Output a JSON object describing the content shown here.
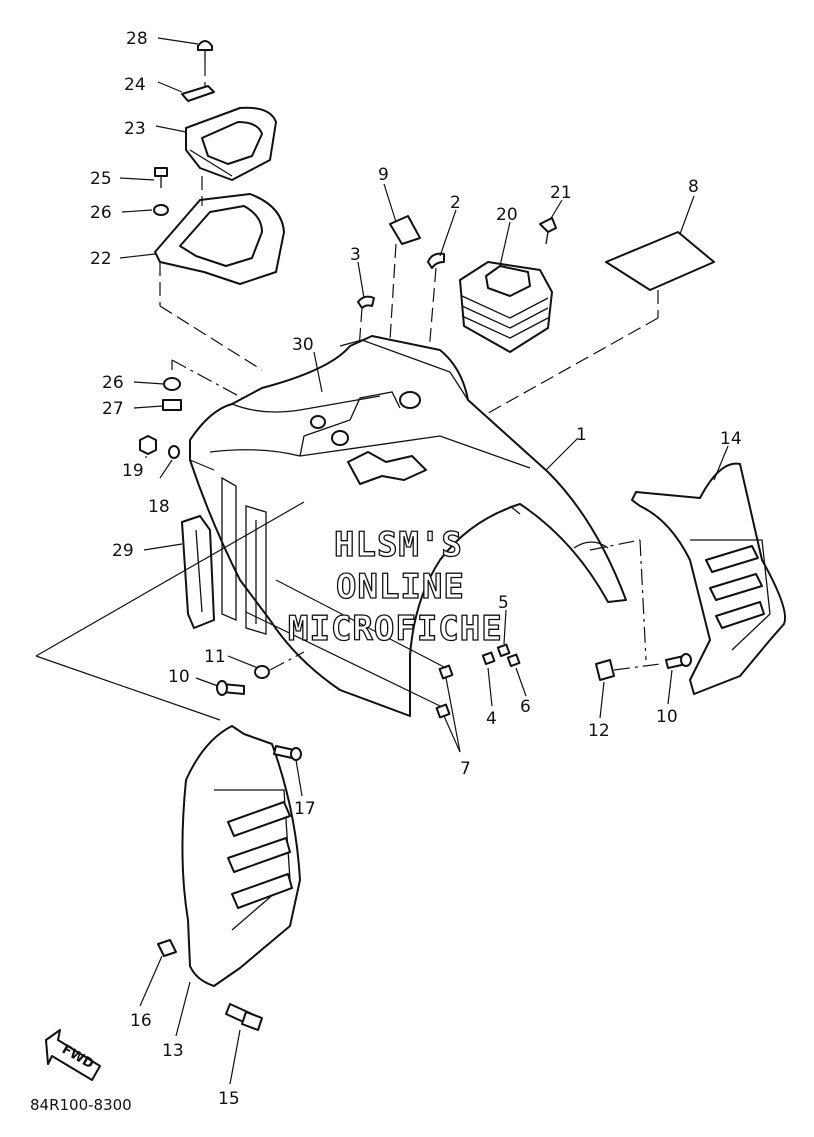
{
  "diagram": {
    "code": "84R100-8300",
    "fwd_label": "FWD",
    "watermark": [
      "HLSM'S",
      "ONLINE",
      "MICROFICHE"
    ],
    "callouts": [
      {
        "id": "c28",
        "text": "28"
      },
      {
        "id": "c24",
        "text": "24"
      },
      {
        "id": "c23",
        "text": "23"
      },
      {
        "id": "c25",
        "text": "25"
      },
      {
        "id": "c26a",
        "text": "26"
      },
      {
        "id": "c22",
        "text": "22"
      },
      {
        "id": "c9",
        "text": "9"
      },
      {
        "id": "c2",
        "text": "2"
      },
      {
        "id": "c3",
        "text": "3"
      },
      {
        "id": "c20",
        "text": "20"
      },
      {
        "id": "c21",
        "text": "21"
      },
      {
        "id": "c8",
        "text": "8"
      },
      {
        "id": "c30",
        "text": "30"
      },
      {
        "id": "c26b",
        "text": "26"
      },
      {
        "id": "c27",
        "text": "27"
      },
      {
        "id": "c1",
        "text": "1"
      },
      {
        "id": "c14",
        "text": "14"
      },
      {
        "id": "c19",
        "text": "19"
      },
      {
        "id": "c18",
        "text": "18"
      },
      {
        "id": "c29",
        "text": "29"
      },
      {
        "id": "c5",
        "text": "5"
      },
      {
        "id": "c11",
        "text": "11"
      },
      {
        "id": "c10a",
        "text": "10"
      },
      {
        "id": "c4",
        "text": "4"
      },
      {
        "id": "c6",
        "text": "6"
      },
      {
        "id": "c12",
        "text": "12"
      },
      {
        "id": "c10b",
        "text": "10"
      },
      {
        "id": "c7",
        "text": "7"
      },
      {
        "id": "c17",
        "text": "17"
      },
      {
        "id": "c16",
        "text": "16"
      },
      {
        "id": "c13",
        "text": "13"
      },
      {
        "id": "c15",
        "text": "15"
      }
    ]
  }
}
